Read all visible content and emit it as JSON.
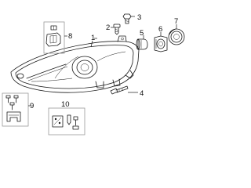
{
  "callouts": {
    "c1": "1",
    "c2": "2",
    "c3": "3",
    "c4": "4",
    "c5": "5",
    "c6": "6",
    "c7": "7",
    "c8": "8",
    "c9": "9",
    "c10": "10"
  },
  "colors": {
    "line": "#1a1a1a",
    "box": "#9a9a9a",
    "background": "#ffffff"
  }
}
